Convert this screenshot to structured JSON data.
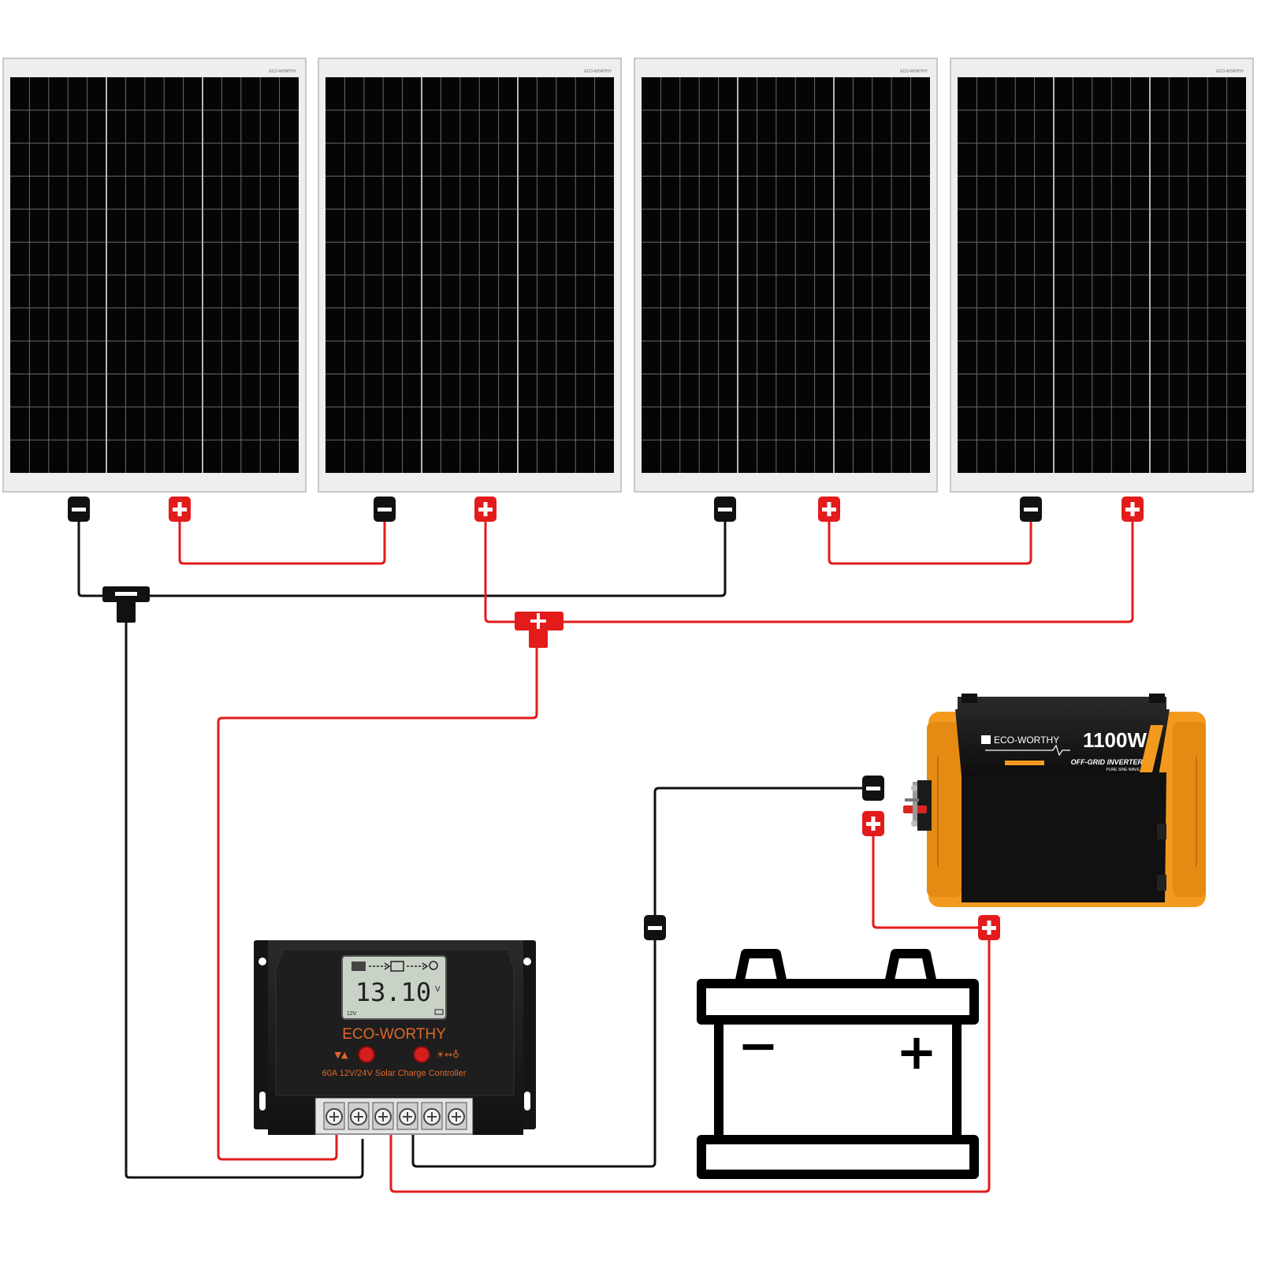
{
  "panels": [
    {
      "brand": "ECO-WORTHY",
      "negative_symbol": "−",
      "positive_symbol": "+"
    },
    {
      "brand": "ECO-WORTHY",
      "negative_symbol": "−",
      "positive_symbol": "+"
    },
    {
      "brand": "ECO-WORTHY",
      "negative_symbol": "−",
      "positive_symbol": "+"
    },
    {
      "brand": "ECO-WORTHY",
      "negative_symbol": "−",
      "positive_symbol": "+"
    }
  ],
  "controller": {
    "display_value": "13.10",
    "display_unit": "V",
    "system_voltage": "12V",
    "brand": "ECO-WORTHY",
    "model_label": "60A 12V/24V Solar Charge Controller"
  },
  "inverter": {
    "brand": "ECO-WORTHY",
    "power": "1100W",
    "type_label": "OFF-GRID INVERTER",
    "subtype_label": "PURE SINE WAVE"
  },
  "battery": {
    "negative_symbol": "−",
    "positive_symbol": "+"
  },
  "colors": {
    "positive_wire": "#e31b1b",
    "negative_wire": "#111111",
    "inverter_orange": "#f39a1e",
    "controller_body": "#1c1c1c",
    "controller_text": "#e0672a",
    "lcd_background": "#c9d2c6"
  }
}
